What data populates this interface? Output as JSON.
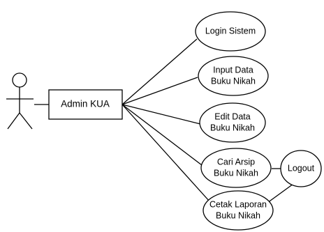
{
  "actor": {
    "label": "Admin KUA",
    "icon": "stick-figure-icon"
  },
  "use_cases": [
    {
      "id": "login",
      "line1": "Login Sistem",
      "line2": ""
    },
    {
      "id": "input",
      "line1": "Input Data",
      "line2": "Buku Nikah"
    },
    {
      "id": "edit",
      "line1": "Edit Data",
      "line2": "Buku Nikah"
    },
    {
      "id": "cari",
      "line1": "Cari Arsip",
      "line2": "Buku Nikah"
    },
    {
      "id": "cetak",
      "line1": "Cetak Laporan",
      "line2": "Buku Nikah"
    },
    {
      "id": "logout",
      "line1": "Logout",
      "line2": ""
    }
  ]
}
